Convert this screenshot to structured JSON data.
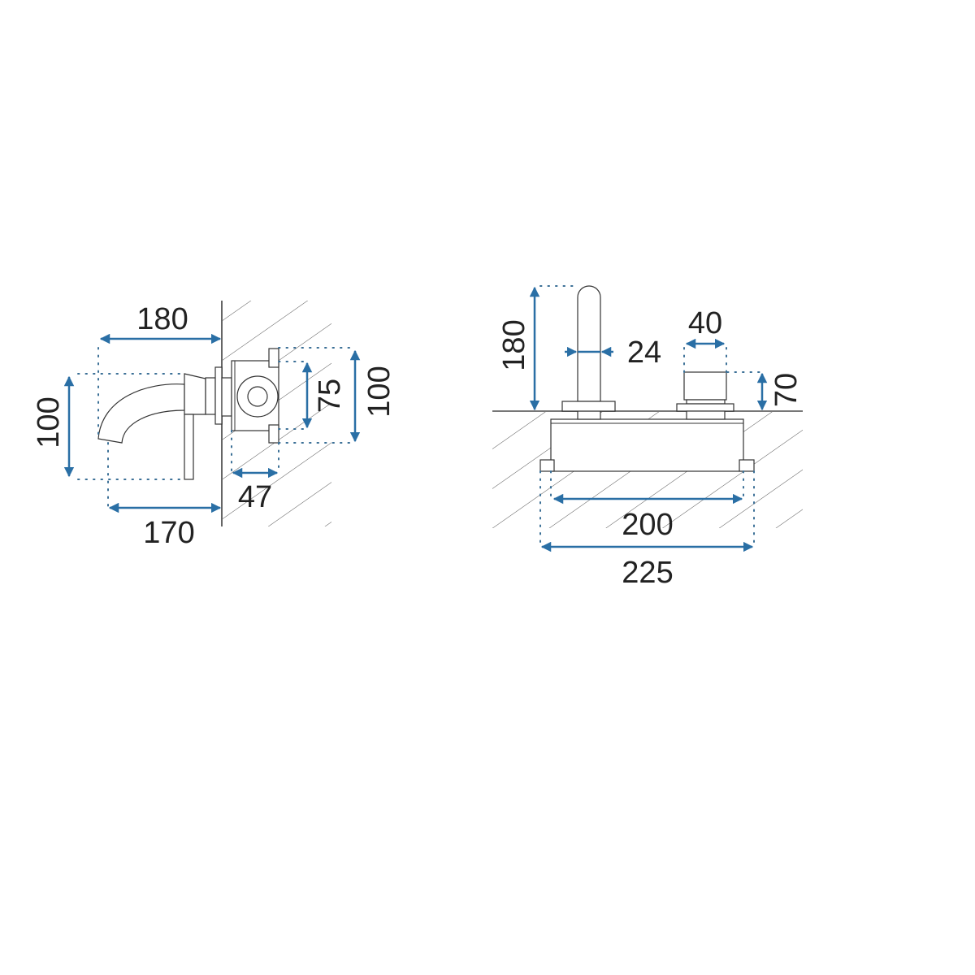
{
  "colors": {
    "dimension_arrow": "#2a6fa5",
    "outline": "#333333",
    "text": "#222222"
  },
  "side_view": {
    "dims": {
      "projection": "180",
      "height_spout": "100",
      "box_depth": "47",
      "spout_reach": "170",
      "box_inner_height": "75",
      "box_outer_height": "100"
    }
  },
  "front_view": {
    "dims": {
      "spout_height": "180",
      "spout_diameter": "24",
      "handle_diameter": "40",
      "handle_height": "70",
      "box_inner_width": "200",
      "box_outer_width": "225"
    }
  }
}
